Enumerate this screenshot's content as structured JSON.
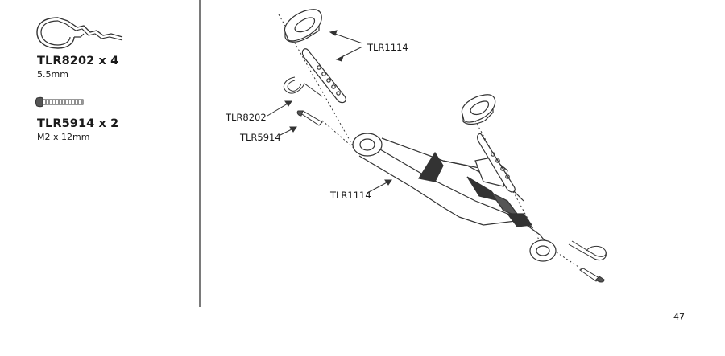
{
  "parts": [
    {
      "code": "TLR8202 x 4",
      "size": "5.5mm",
      "icon": "body-clip-icon"
    },
    {
      "code": "TLR5914 x 2",
      "size": "M2 x 12mm",
      "icon": "screw-icon"
    }
  ],
  "callouts": {
    "body_mount_top": "TLR1114",
    "body_clip": "TLR8202",
    "screw": "TLR5914",
    "mount_bracket": "TLR1114"
  },
  "page": {
    "number": "47"
  }
}
